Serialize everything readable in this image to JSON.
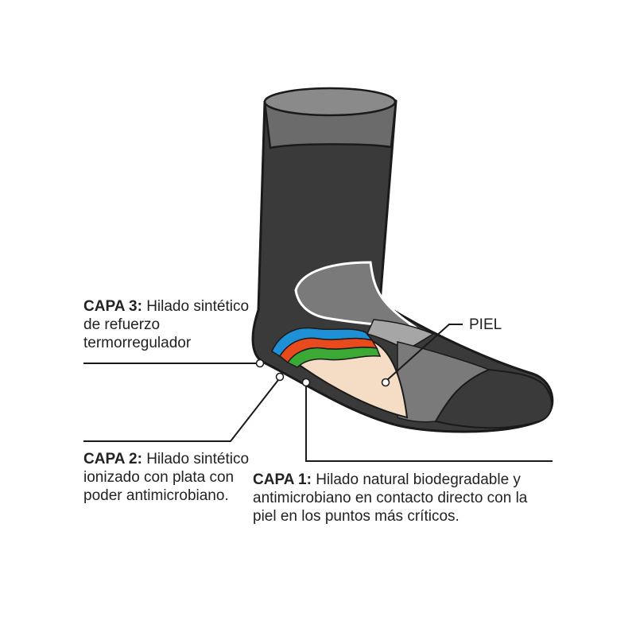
{
  "labels": {
    "capa3": {
      "title": "CAPA 3:",
      "text": "Hilado sintético de refuerzo termorregulador"
    },
    "capa2": {
      "title": "CAPA 2:",
      "text": "Hilado sintético ionizado con plata con poder antimicrobiano."
    },
    "capa1": {
      "title": "CAPA 1:",
      "text": "Hilado natural biodegradable y antimicrobiano en contacto directo con la piel en los puntos más críticos."
    },
    "piel": "PIEL"
  },
  "colors": {
    "sock_dark": "#3a3a3a",
    "sock_mid": "#7a7a7a",
    "sock_light": "#a6a6a6",
    "cuff": "#6b6b6b",
    "layer3": "#1e90d6",
    "layer2": "#e8491d",
    "layer1": "#3aaa35",
    "skin": "#f5dcc4",
    "outline": "#1a1a1a"
  }
}
